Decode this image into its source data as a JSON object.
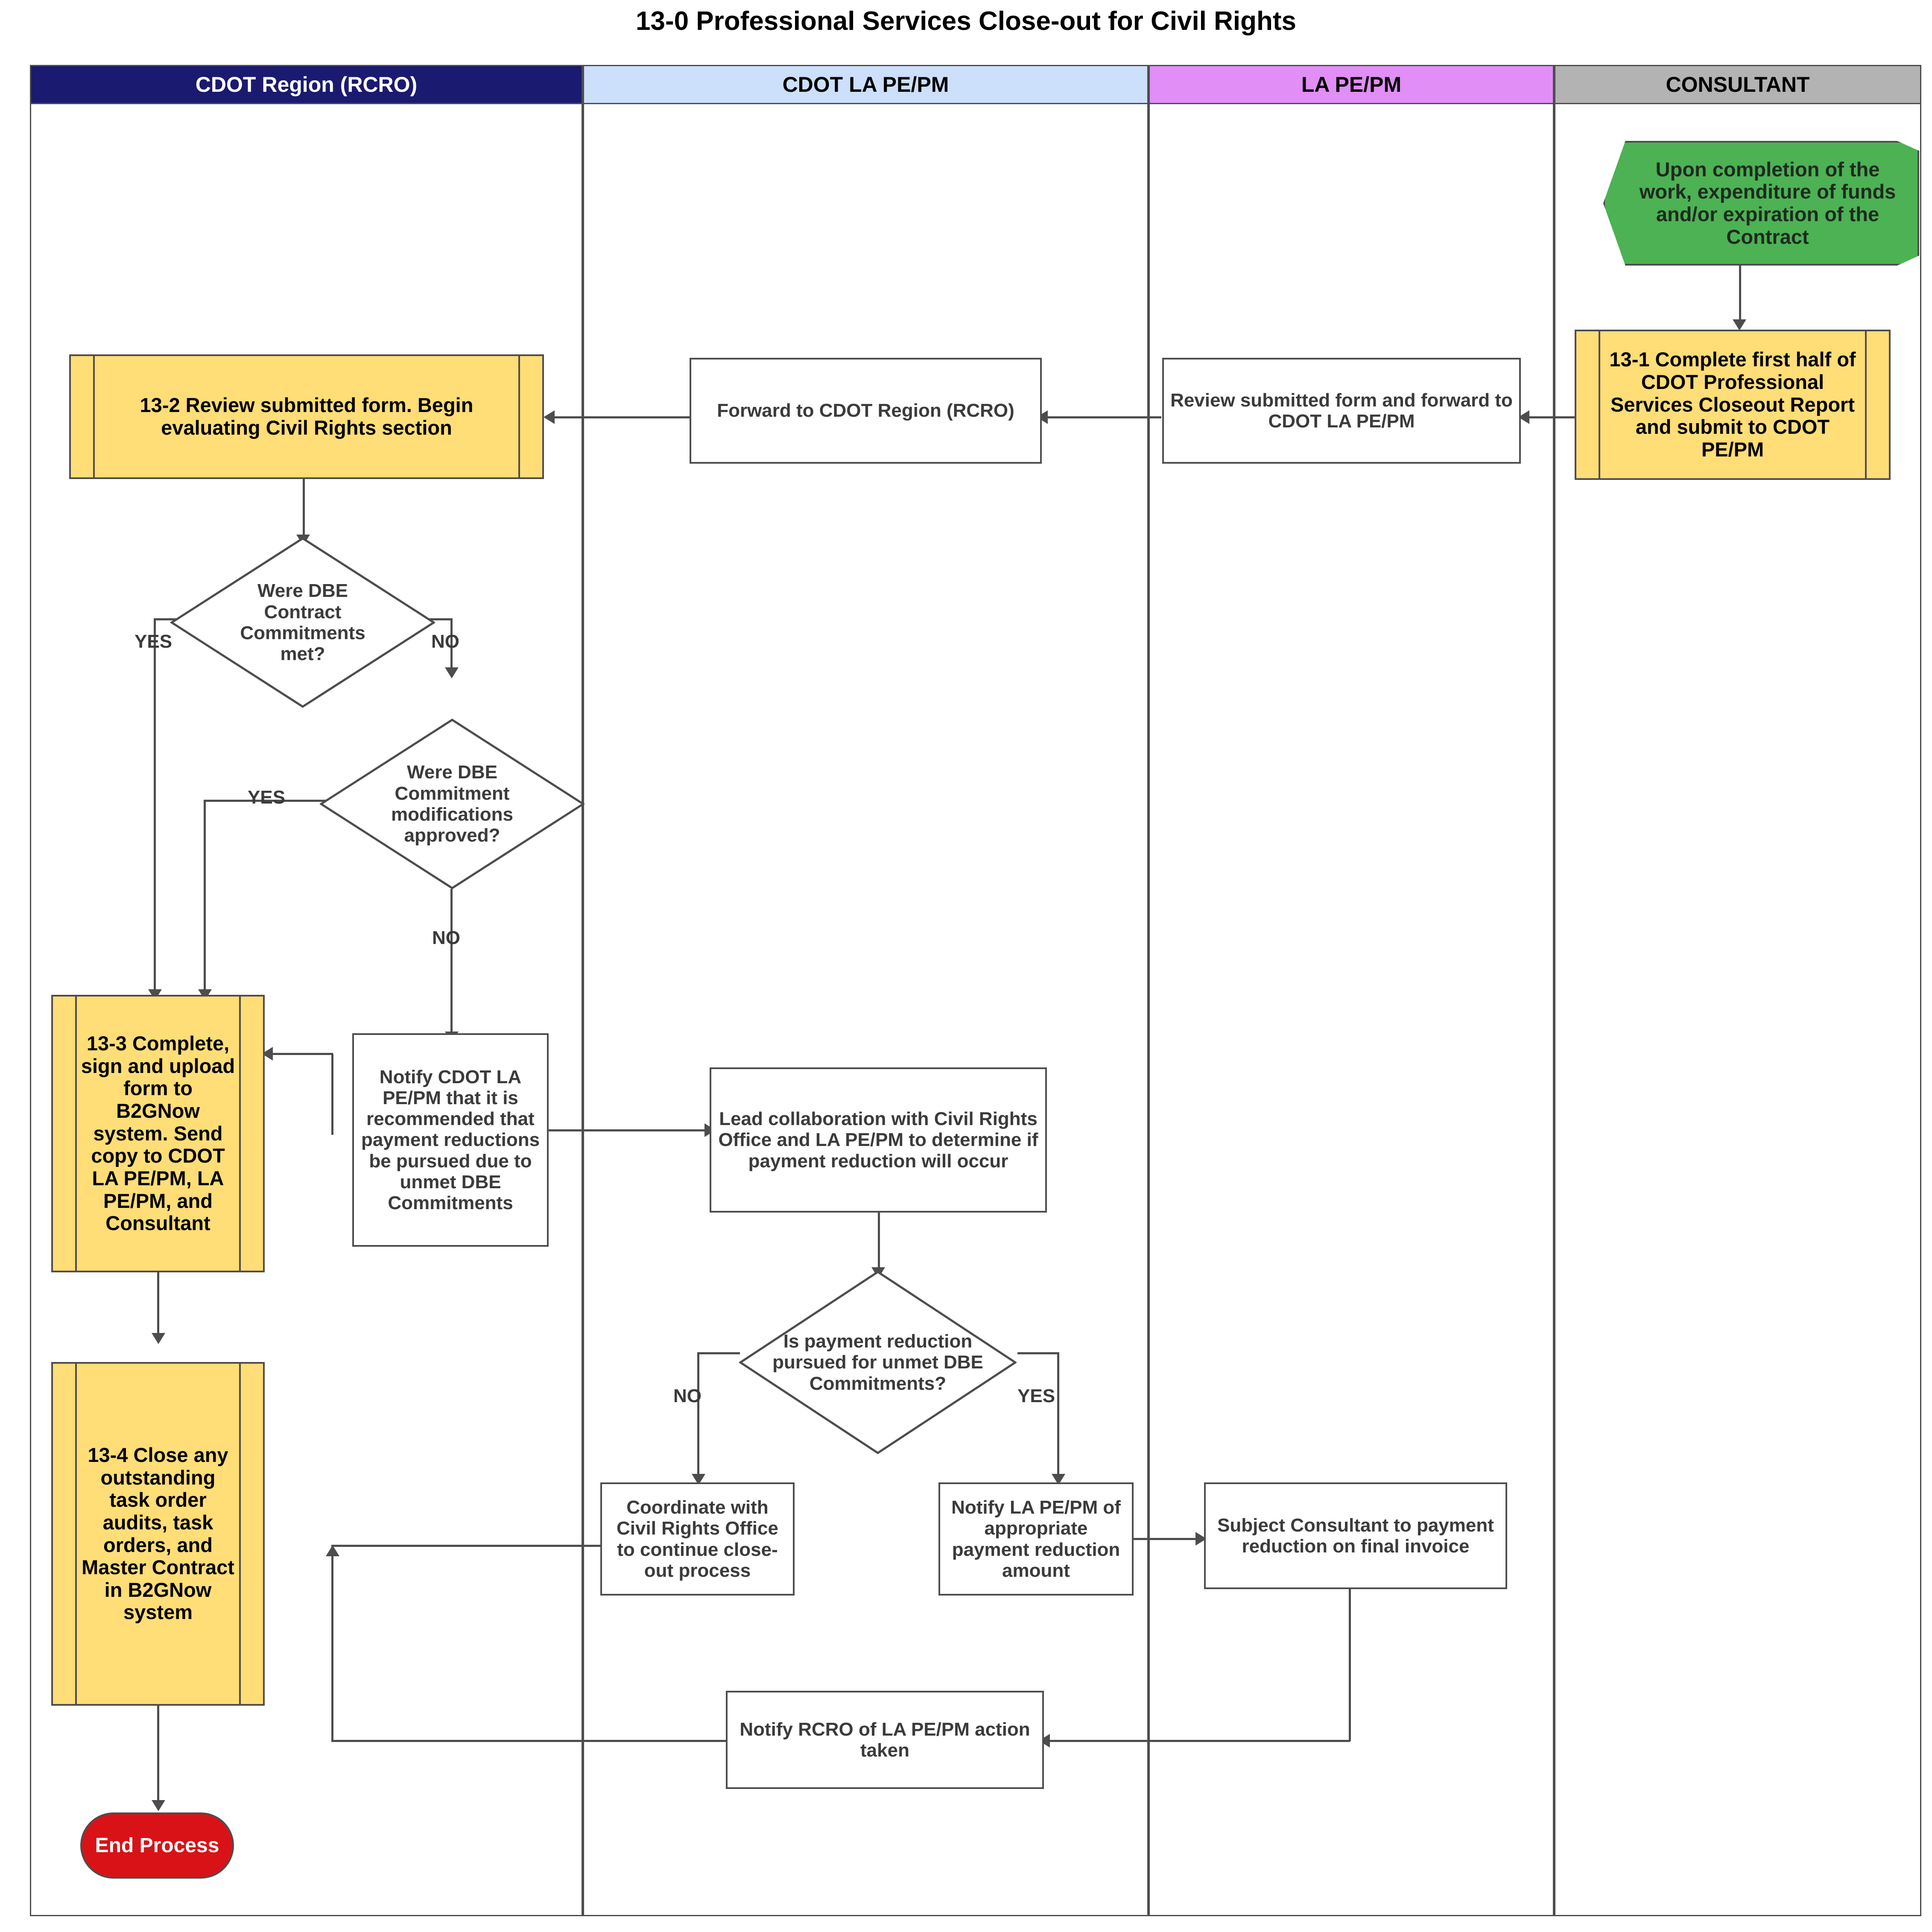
{
  "title": "13-0 Professional Services Close-out for Civil Rights",
  "lanes": [
    {
      "label": "CDOT Region (RCRO)",
      "bg": "#1a1a70",
      "fg": "#ffffff"
    },
    {
      "label": "CDOT LA PE/PM",
      "bg": "#cce0fb",
      "fg": "#000000"
    },
    {
      "label": "LA PE/PM",
      "bg": "#e18ef7",
      "fg": "#000000"
    },
    {
      "label": "CONSULTANT",
      "bg": "#b3b3b3",
      "fg": "#000000"
    }
  ],
  "colors": {
    "subprocess_fill": "#ffdd77",
    "start_fill": "#4cb254",
    "end_fill": "#d91217",
    "stroke": "#4d4d4d",
    "text": "#3b3b3b"
  },
  "nodes": {
    "start": "Upon completion of the work, expenditure of funds and/or expiration of the Contract",
    "step_13_1": "13-1 Complete first half of CDOT Professional Services Closeout Report and submit to CDOT PE/PM",
    "review_forward": "Review submitted form and forward to CDOT LA PE/PM",
    "forward_rcro": "Forward to CDOT Region (RCRO)",
    "step_13_2": "13-2 Review submitted form. Begin evaluating Civil Rights section",
    "decision_commitments_met": "Were DBE Contract Commitments met?",
    "decision_modifications_approved": "Were DBE Commitment modifications approved?",
    "notify_cdot_la": "Notify CDOT LA PE/PM that it is recommended that payment reductions be pursued due to unmet DBE Commitments",
    "step_13_3": "13-3 Complete, sign and upload form to B2GNow system.  Send copy to CDOT LA PE/PM, LA PE/PM, and Consultant",
    "lead_collaboration": "Lead collaboration with Civil Rights Office and LA PE/PM to determine if payment reduction will occur",
    "decision_payment_reduction": "Is payment reduction pursued for unmet DBE Commitments?",
    "coordinate_cro": "Coordinate with Civil Rights Office to continue close-out process",
    "notify_la_pepm": "Notify LA PE/PM of appropriate payment reduction amount",
    "subject_consultant": "Subject Consultant to payment reduction on final invoice",
    "step_13_4": "13-4 Close any outstanding task order audits, task orders, and Master Contract in B2GNow system",
    "notify_rcro": "Notify RCRO of LA PE/PM action taken",
    "end": "End Process"
  },
  "edge_labels": {
    "yes_1": "YES",
    "no_1": "NO",
    "yes_2": "YES",
    "no_2": "NO",
    "no_3": "NO",
    "yes_3": "YES"
  }
}
